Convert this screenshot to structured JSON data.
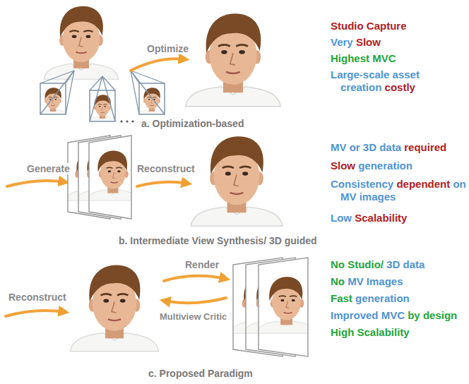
{
  "diagram": {
    "labels": [
      "Optimize",
      "Studio Capture",
      "Very",
      "Slow",
      "Highest MVC",
      "Large-scale asset creation",
      "costly",
      "a. Optimization-based",
      "Generate",
      "Reconstruct",
      "MV or 3D data",
      "required",
      "Slow",
      "generation",
      "Consistency",
      "dependent",
      "on MV images",
      "Low",
      "Scalability",
      "b. Intermediate View Synthesis/ 3D guided",
      "Reconstruct",
      "Render",
      "Multiview Critic",
      "No Studio/",
      "3D data",
      "No",
      "MV Images",
      "Fast",
      "generation",
      "Improved MVC",
      "by design",
      "High Scalability",
      "c. Proposed Paradigm"
    ]
  }
}
